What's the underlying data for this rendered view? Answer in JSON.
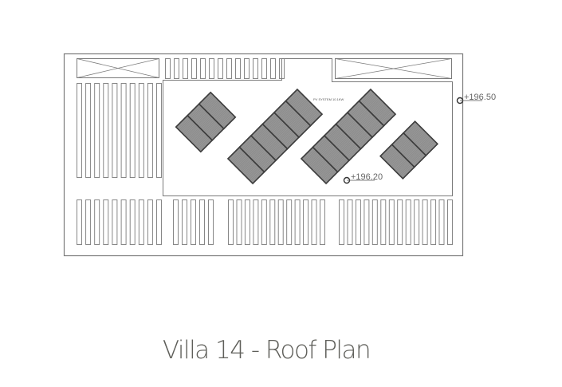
{
  "drawing": {
    "pv_label": "PV SYSTEM 10.1KW",
    "elevation_high": "+196.50",
    "elevation_low": "+196.20",
    "panel_arrays_modules": [
      3,
      6,
      6,
      3
    ],
    "colors": {
      "line": "#7a7a7a",
      "panel_fill": "#8c8c8c",
      "panel_border": "#3c3c3c"
    }
  },
  "title": "Villa 14 - Roof Plan"
}
